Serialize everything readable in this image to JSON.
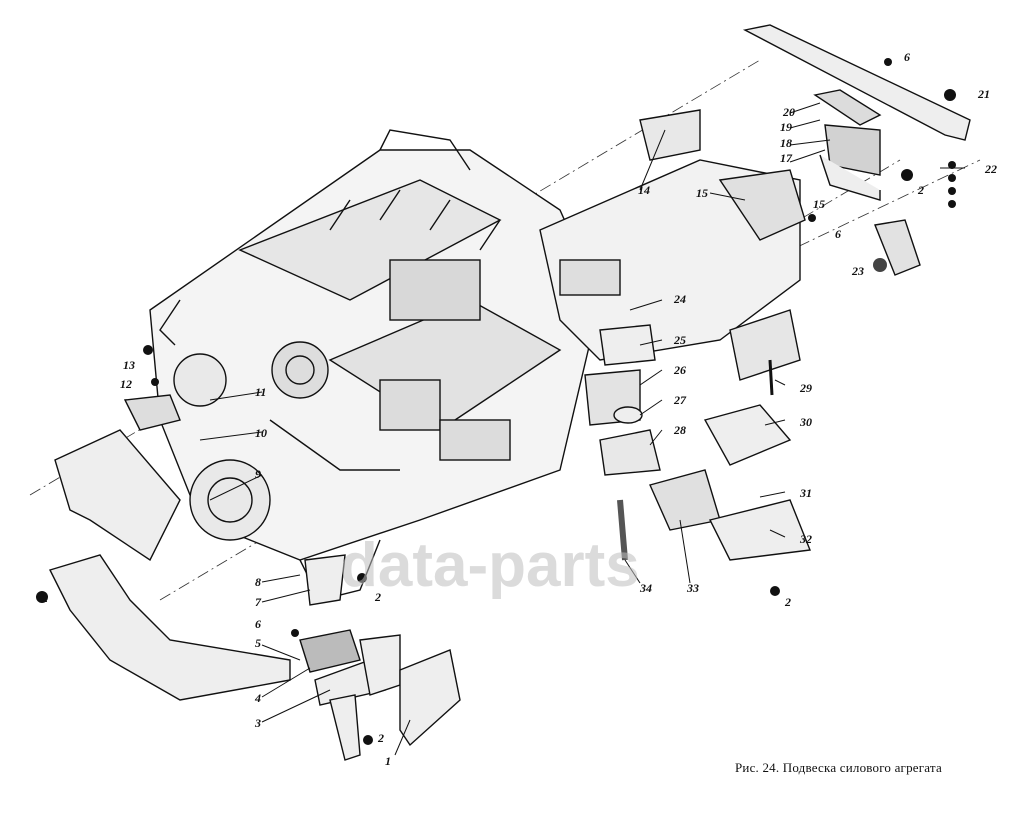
{
  "caption": "Рис. 24. Подвеска силового агрегата",
  "watermark": "data-parts",
  "callouts": [
    {
      "n": "1"
    },
    {
      "n": "2"
    },
    {
      "n": "3"
    },
    {
      "n": "4"
    },
    {
      "n": "5"
    },
    {
      "n": "6"
    },
    {
      "n": "7"
    },
    {
      "n": "8"
    },
    {
      "n": "9"
    },
    {
      "n": "10"
    },
    {
      "n": "11"
    },
    {
      "n": "12"
    },
    {
      "n": "13"
    },
    {
      "n": "14"
    },
    {
      "n": "15"
    },
    {
      "n": "15"
    },
    {
      "n": "6"
    },
    {
      "n": "17"
    },
    {
      "n": "18"
    },
    {
      "n": "19"
    },
    {
      "n": "20"
    },
    {
      "n": "6"
    },
    {
      "n": "21"
    },
    {
      "n": "22"
    },
    {
      "n": "2"
    },
    {
      "n": "23"
    },
    {
      "n": "24"
    },
    {
      "n": "25"
    },
    {
      "n": "26"
    },
    {
      "n": "27"
    },
    {
      "n": "28"
    },
    {
      "n": "29"
    },
    {
      "n": "30"
    },
    {
      "n": "31"
    },
    {
      "n": "32"
    },
    {
      "n": "33"
    },
    {
      "n": "34"
    },
    {
      "n": "2"
    },
    {
      "n": "2"
    },
    {
      "n": "2"
    }
  ]
}
